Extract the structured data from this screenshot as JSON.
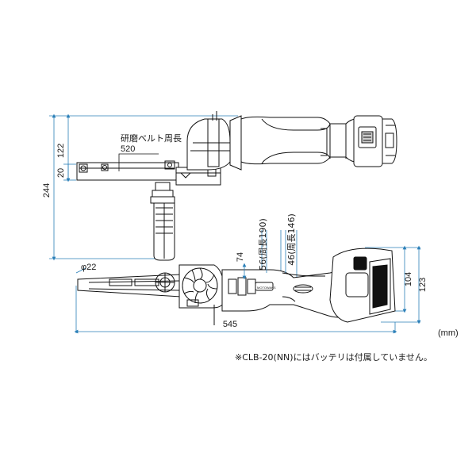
{
  "top_view": {
    "belt_label": "研磨ベルト周長",
    "belt_length": "520",
    "dim_height_total": "244",
    "dim_height_upper": "122",
    "dim_belt_arm": "20"
  },
  "side_view": {
    "dim_diameter": "φ22",
    "dim_length": "545",
    "dim_74": "74",
    "dim_56": "56(周長190)",
    "dim_46": "46(周長146)",
    "dim_104": "104",
    "dim_123": "123",
    "brand_text": "MOTOWAKS"
  },
  "unit": "(mm)",
  "note": "※CLB-20(NN)にはバッテリは付属していません。"
}
